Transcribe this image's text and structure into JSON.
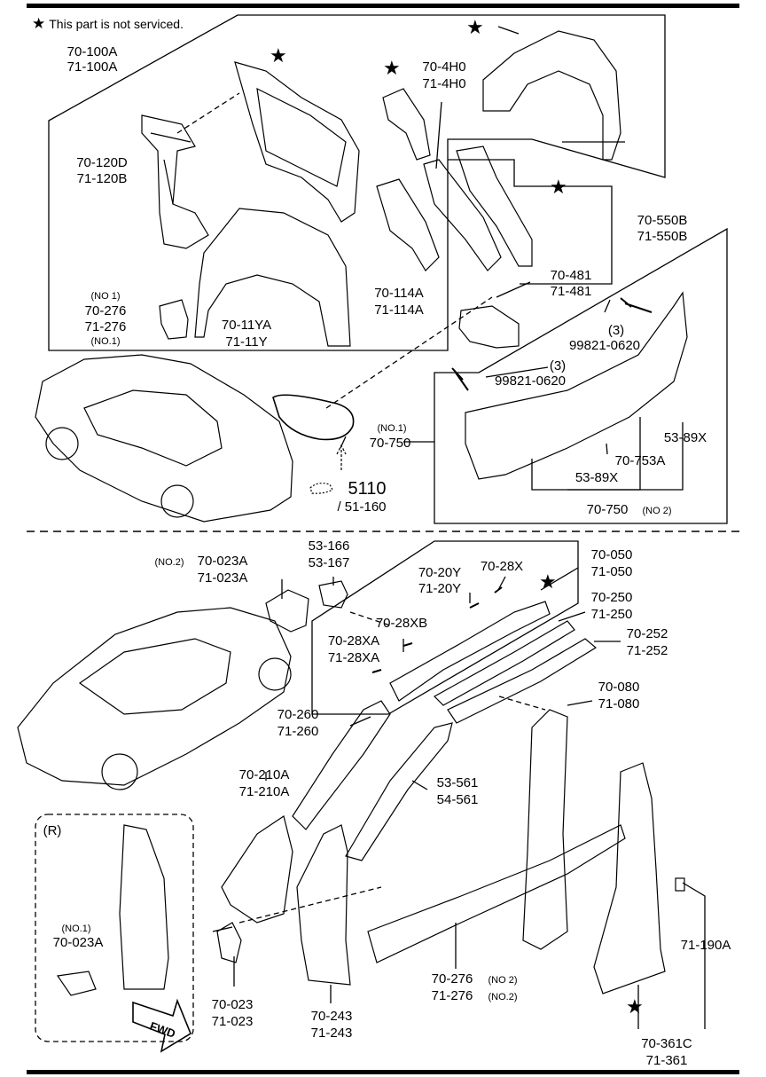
{
  "notice": {
    "star": "★",
    "text": "This part is not serviced."
  },
  "star_glyph": "★",
  "labels": {
    "p70_100A": "70-100A",
    "p71_100A": "71-100A",
    "p70_4H0": "70-4H0",
    "p71_4H0": "71-4H0",
    "p70_120D": "70-120D",
    "p71_120B": "71-120B",
    "p70_550B": "70-550B",
    "p71_550B": "71-550B",
    "p70_481": "70-481",
    "p71_481": "71-481",
    "p70_114A": "70-114A",
    "p71_114A": "71-114A",
    "no1_a": "(NO 1)",
    "p70_276a": "70-276",
    "p71_276a": "71-276",
    "no1_b": "(NO.1)",
    "p70_11YA": "70-11YA",
    "p71_11Y": "71-11Y",
    "qty3a": "(3)",
    "bolt_a": "99821-0620",
    "qty3b": "(3)",
    "bolt_b": "99821-0620",
    "no1_c": "(NO.1)",
    "p70_750a": "70-750",
    "p53_89X_a": "53-89X",
    "p70_753A": "70-753A",
    "p53_89X_b": "53-89X",
    "p70_750b": "70-750",
    "no2_a": "(NO 2)",
    "p5110": "5110",
    "p51_160": "/ 51-160",
    "no2_b": "(NO.2)",
    "p70_023A": "70-023A",
    "p71_023A": "71-023A",
    "p53_166": "53-166",
    "p53_167": "53-167",
    "p70_050": "70-050",
    "p71_050": "71-050",
    "p70_20Y": "70-20Y",
    "p71_20Y": "71-20Y",
    "p70_28X": "70-28X",
    "p70_250": "70-250",
    "p71_250": "71-250",
    "p70_252": "70-252",
    "p71_252": "71-252",
    "p70_28XB": "70-28XB",
    "p70_28XA": "70-28XA",
    "p71_28XA": "71-28XA",
    "p70_080": "70-080",
    "p71_080": "71-080",
    "p70_260": "70-260",
    "p71_260": "71-260",
    "p70_210A": "70-210A",
    "p71_210A": "71-210A",
    "p53_561": "53-561",
    "p54_561": "54-561",
    "r_mark": "(R)",
    "no1_d": "(NO.1)",
    "p70_023A_b": "70-023A",
    "fwd": "FWD",
    "p70_023": "70-023",
    "p71_023": "71-023",
    "p70_243": "70-243",
    "p71_243": "71-243",
    "p70_276b": "70-276",
    "no2_c": "(NO 2)",
    "p71_276b": "71-276",
    "no2_d": "(NO.2)",
    "p71_190A": "71-190A",
    "p70_361C": "70-361C",
    "p71_361": "71-361"
  }
}
